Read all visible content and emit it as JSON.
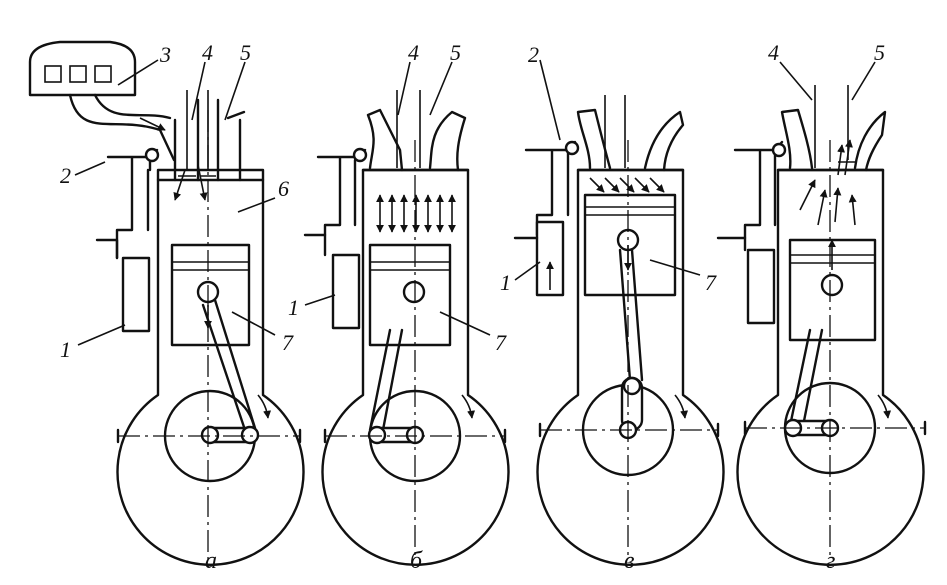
{
  "labels": {
    "n1": "1",
    "n2": "2",
    "n3": "3",
    "n4": "4",
    "n5": "5",
    "n6": "6",
    "n7": "7"
  },
  "captions": [
    "а",
    "б",
    "в",
    "г"
  ],
  "colors": {
    "ink": "#111111",
    "background": "#ffffff"
  }
}
